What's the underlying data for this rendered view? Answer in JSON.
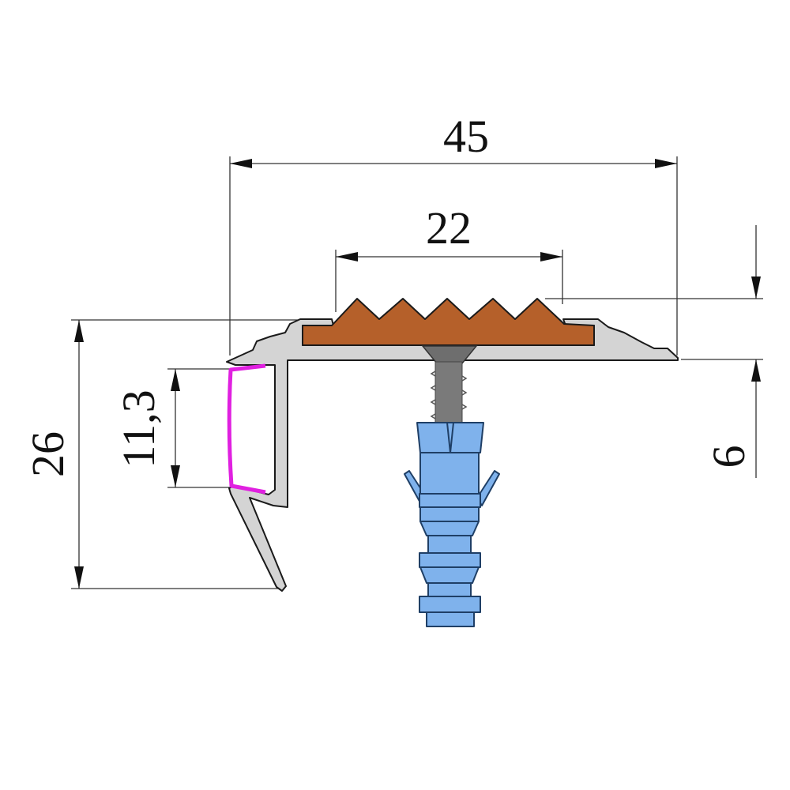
{
  "dimensions": {
    "total_width": "45",
    "insert_width": "22",
    "height": "26",
    "channel_height": "11,3",
    "thickness": "6"
  },
  "colors": {
    "aluminum": "#d4d4d4",
    "insert": "#b5602a",
    "screw": "#7a7a7a",
    "dowel": "#7fb2ec",
    "led_strip": "#e020e0",
    "outline": "#1a1a1a"
  }
}
